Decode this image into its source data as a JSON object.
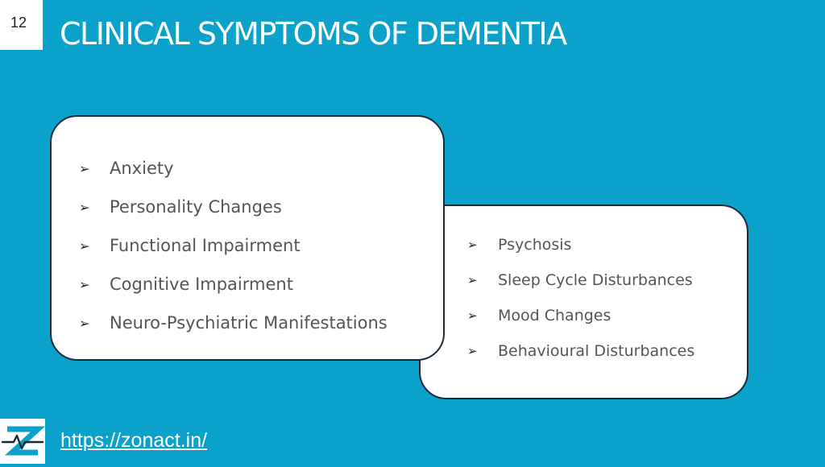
{
  "slide": {
    "number": "12",
    "title": "CLINICAL SYMPTOMS OF DEMENTIA"
  },
  "left_card": {
    "items": [
      "Anxiety",
      "Personality Changes",
      "Functional Impairment",
      "Cognitive Impairment",
      "Neuro-Psychiatric Manifestations"
    ]
  },
  "right_card": {
    "items": [
      "Psychosis",
      "Sleep Cycle Disturbances",
      "Mood Changes",
      "Behavioural Disturbances"
    ]
  },
  "footer": {
    "link": "https://zonact.in/"
  },
  "icons": {
    "bullet": "arrowhead-bullet-icon",
    "logo": "zonact-logo-icon"
  },
  "colors": {
    "background": "#0aa1cb",
    "card": "#ffffff",
    "card_border": "#1b2a38",
    "list_text": "#555555",
    "logo_blue": "#0aa1cb"
  }
}
